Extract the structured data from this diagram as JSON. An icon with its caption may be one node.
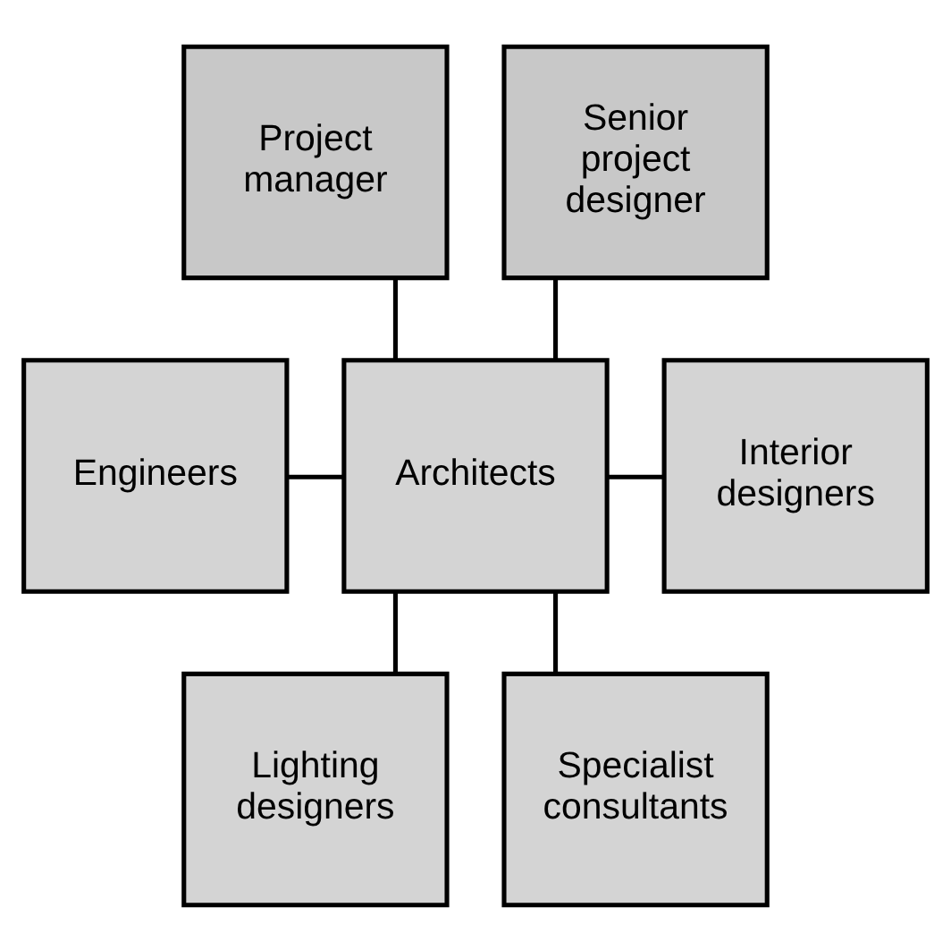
{
  "diagram": {
    "nodes": [
      {
        "text": [
          "Project manager"
        ]
      },
      {
        "text": [
          "Senior project designer"
        ]
      },
      {
        "text": [
          "Engineers"
        ]
      },
      {
        "text": [
          "Architects"
        ]
      },
      {
        "text": [
          "Interior designers"
        ]
      },
      {
        "text": [
          "Lighting designers"
        ]
      },
      {
        "text": [
          "Specialist consultants"
        ]
      }
    ],
    "edges": [
      {
        "from": 0,
        "to": 3,
        "arrow": "none"
      },
      {
        "from": 1,
        "to": 3,
        "arrow": "none"
      },
      {
        "from": 2,
        "to": 3,
        "arrow": "none"
      },
      {
        "from": 3,
        "to": 4,
        "arrow": "none"
      },
      {
        "from": 3,
        "to": 5,
        "arrow": "none"
      },
      {
        "from": 3,
        "to": 6,
        "arrow": "none"
      }
    ]
  }
}
